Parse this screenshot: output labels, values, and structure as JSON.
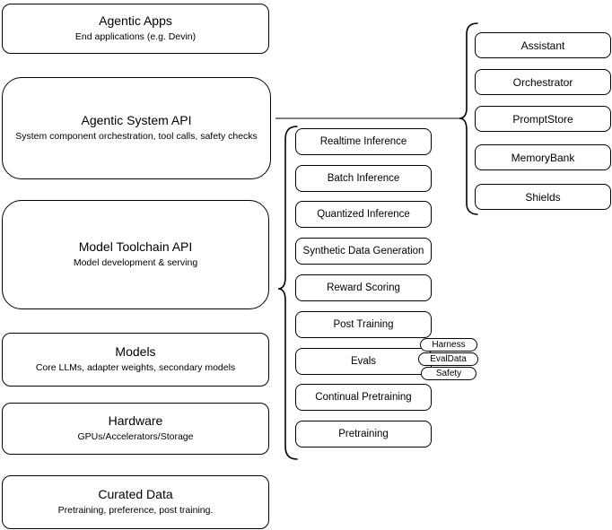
{
  "stack": [
    {
      "title": "Agentic Apps",
      "subtitle": "End applications (e.g. Devin)"
    },
    {
      "title": "Agentic System API",
      "subtitle": "System component orchestration, tool calls, safety checks"
    },
    {
      "title": "Model Toolchain API",
      "subtitle": "Model development & serving"
    },
    {
      "title": "Models",
      "subtitle": "Core LLMs, adapter weights, secondary models"
    },
    {
      "title": "Hardware",
      "subtitle": "GPUs/Accelerators/Storage"
    },
    {
      "title": "Curated Data",
      "subtitle": "Pretraining, preference, post training."
    }
  ],
  "toolchain_items": [
    "Realtime Inference",
    "Batch Inference",
    "Quantized Inference",
    "Synthetic Data Generation",
    "Reward Scoring",
    "Post Training",
    "Evals",
    "Continual Pretraining",
    "Pretraining"
  ],
  "evals_tags": [
    "Harness",
    "EvalData",
    "Safety"
  ],
  "system_components": [
    "Assistant",
    "Orchestrator",
    "PromptStore",
    "MemoryBank",
    "Shields"
  ],
  "colors": {
    "stroke": "#000000",
    "connector": "#808080",
    "background": "#ffffff"
  }
}
